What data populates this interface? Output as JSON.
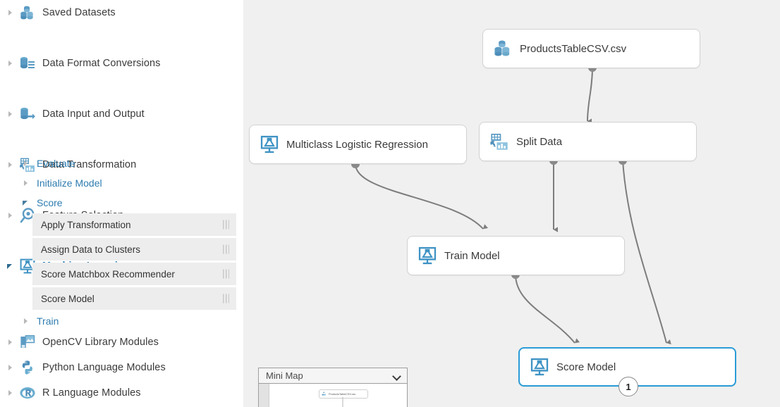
{
  "sidebar": {
    "categories": [
      {
        "label": "Saved Datasets",
        "icon": "datasets-icon",
        "state": "collapsed"
      },
      {
        "label": "Data Format Conversions",
        "icon": "data-format-conversions-icon",
        "state": "collapsed"
      },
      {
        "label": "Data Input and Output",
        "icon": "data-input-output-icon",
        "state": "collapsed"
      },
      {
        "label": "Data Transformation",
        "icon": "data-transformation-icon",
        "state": "collapsed"
      },
      {
        "label": "Feature Selection",
        "icon": "feature-selection-icon",
        "state": "collapsed"
      },
      {
        "label": "Machine Learning",
        "icon": "machine-learning-icon",
        "state": "expanded",
        "selected": true
      }
    ],
    "ml_subgroups": [
      {
        "label": "Evaluate",
        "state": "collapsed"
      },
      {
        "label": "Initialize Model",
        "state": "collapsed"
      },
      {
        "label": "Score",
        "state": "expanded"
      },
      {
        "label": "Train",
        "state": "collapsed"
      }
    ],
    "score_modules": [
      {
        "label": "Apply Transformation"
      },
      {
        "label": "Assign Data to Clusters"
      },
      {
        "label": "Score Matchbox Recommender"
      },
      {
        "label": "Score Model"
      }
    ],
    "bottom_categories": [
      {
        "label": "OpenCV Library Modules",
        "icon": "opencv-icon",
        "state": "collapsed"
      },
      {
        "label": "Python Language Modules",
        "icon": "python-icon",
        "state": "collapsed"
      },
      {
        "label": "R Language Modules",
        "icon": "r-language-icon",
        "state": "collapsed"
      }
    ]
  },
  "canvas": {
    "nodes": [
      {
        "id": "products",
        "label": "ProductsTableCSV.csv",
        "icon": "dataset-node-icon",
        "selected": false
      },
      {
        "id": "mlr",
        "label": "Multiclass Logistic Regression",
        "icon": "model-node-icon",
        "selected": false
      },
      {
        "id": "split",
        "label": "Split Data",
        "icon": "split-data-node-icon",
        "selected": false
      },
      {
        "id": "train",
        "label": "Train Model",
        "icon": "model-node-icon",
        "selected": false
      },
      {
        "id": "score",
        "label": "Score Model",
        "icon": "model-node-icon",
        "selected": true,
        "badge": "1"
      }
    ]
  },
  "minimap": {
    "title": "Mini Map",
    "node_label": "ProductsTableCSV.csv"
  },
  "colors": {
    "accent": "#2e7cb0",
    "selection": "#2b9cd8",
    "canvas_bg": "#f0f0f0",
    "edge": "#7d7d7d",
    "module_bg": "#ededed"
  }
}
